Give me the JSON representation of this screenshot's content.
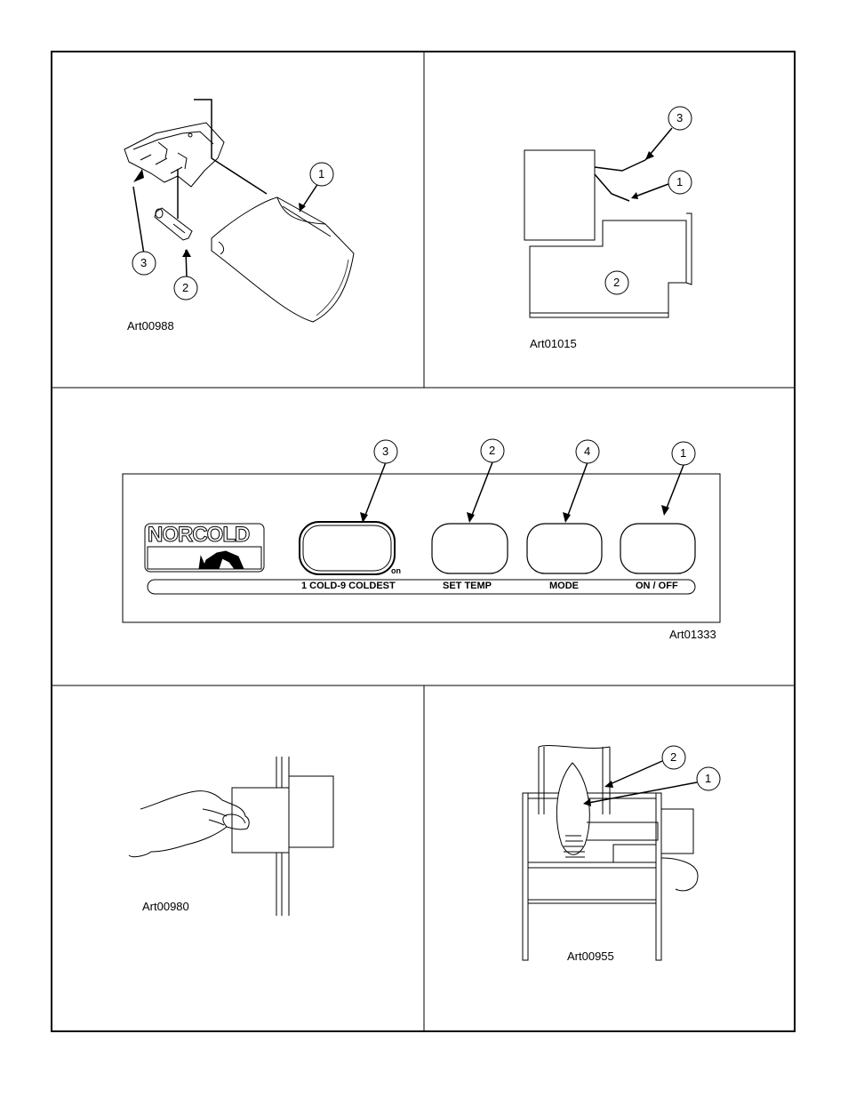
{
  "panels": {
    "top_left": {
      "art_label": "Art00988",
      "callouts": [
        "1",
        "2",
        "3"
      ]
    },
    "top_right": {
      "art_label": "Art01015",
      "callouts": [
        "3",
        "1",
        "2"
      ]
    },
    "middle": {
      "art_label": "Art01333",
      "logo_text": "NORCOLD",
      "callouts": [
        "3",
        "2",
        "4",
        "1"
      ],
      "on_indicator": "on",
      "button_labels": {
        "temp_level": "1 COLD-9 COLDEST",
        "set_temp": "SET TEMP",
        "mode": "MODE",
        "on_off": "ON / OFF"
      }
    },
    "bottom_left": {
      "art_label": "Art00980"
    },
    "bottom_right": {
      "art_label": "Art00955",
      "callouts": [
        "2",
        "1"
      ]
    }
  }
}
